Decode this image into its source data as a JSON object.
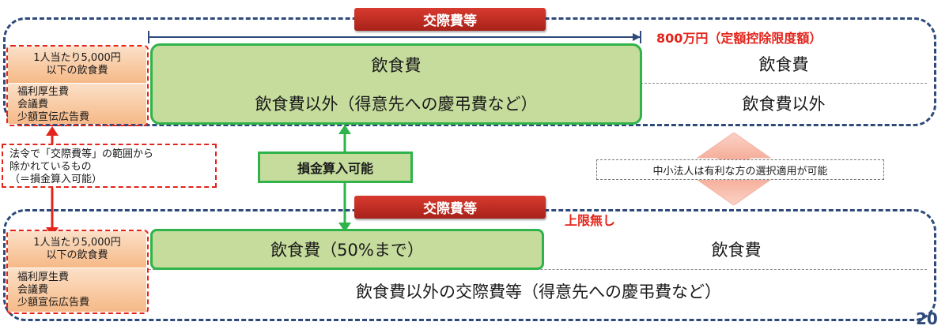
{
  "top": {
    "title": "交際費等",
    "limit_label": "800万円（定額控除限度額）",
    "left_row1": "1人当たり5,000円\n以下の飲食費",
    "left_row2": "福利厚生費\n会議費\n少額宣伝広告費",
    "green_row1": "飲食費",
    "green_row2": "飲食費以外（得意先への慶弔費など）",
    "right_row1": "飲食費",
    "right_row2": "飲食費以外"
  },
  "middle": {
    "left_note": "法令で「交際費等」の範囲から\n除かれているもの\n（＝損金算入可能）",
    "center_label": "損金算入可能",
    "right_note": "中小法人は有利な方の選択適用が可能"
  },
  "bottom": {
    "title": "交際費等",
    "limit_label": "上限無し",
    "left_row1": "1人当たり5,000円\n以下の飲食費",
    "left_row2": "福利厚生費\n会議費\n少額宣伝広告費",
    "green_row1": "飲食費（50%まで）",
    "right_row1": "飲食費",
    "wide_row2": "飲食費以外の交際費等（得意先への慶弔費など）"
  },
  "page_number": "20",
  "colors": {
    "accent_red": "#e3241b",
    "green_border": "#2fb34a",
    "green_fill": "#c5dc9c",
    "orange_fill": "#f6b987",
    "outline_navy": "#2e4a7a"
  }
}
